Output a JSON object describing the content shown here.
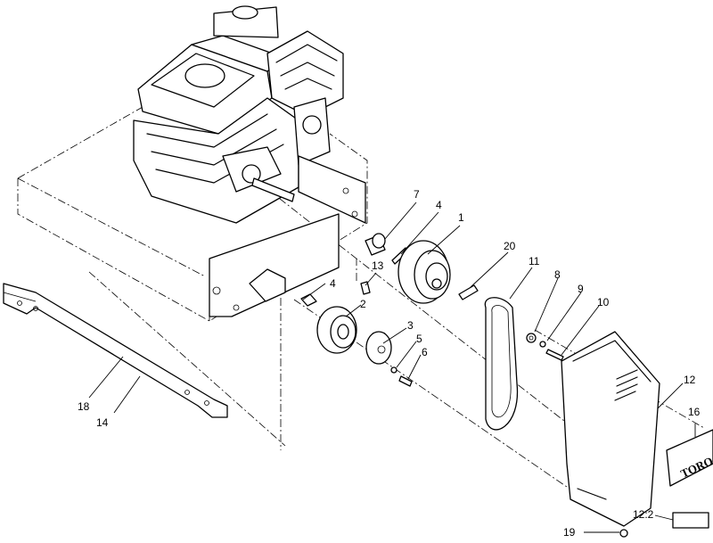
{
  "callouts": {
    "c1": "1",
    "c2": "2",
    "c3": "3",
    "c4a": "4",
    "c4b": "4",
    "c5": "5",
    "c6": "6",
    "c7": "7",
    "c8": "8",
    "c9": "9",
    "c10": "10",
    "c11": "11",
    "c12": "12",
    "c12b": "12:2",
    "c13": "13",
    "c14": "14",
    "c16": "16",
    "c18": "18",
    "c19": "19",
    "c20": "20"
  },
  "decal_text": "TORO"
}
